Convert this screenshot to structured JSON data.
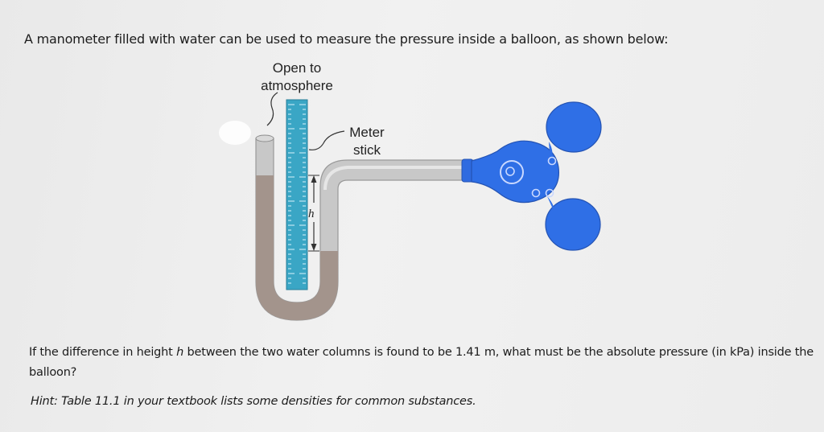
{
  "intro": "A manometer filled with water can be used to measure the pressure inside a balloon, as shown below:",
  "figure": {
    "open_label_line1": "Open to",
    "open_label_line2": "atmosphere",
    "stick_label_line1": "Meter",
    "stick_label_line2": "stick",
    "height_symbol": "h"
  },
  "question": {
    "part1": "If the difference in height ",
    "variable": "h",
    "part2": " between the two water columns is found to be 1.41 m, what must be the absolute pressure (in kPa) inside the balloon?"
  },
  "hint": "Hint: Table 11.1 in your textbook lists some densities for common substances.",
  "colors": {
    "tube": "#c7c7c7",
    "water": "#a1938b",
    "meter_stick": "#3aa7c6",
    "balloon": "#2e6ee8"
  }
}
